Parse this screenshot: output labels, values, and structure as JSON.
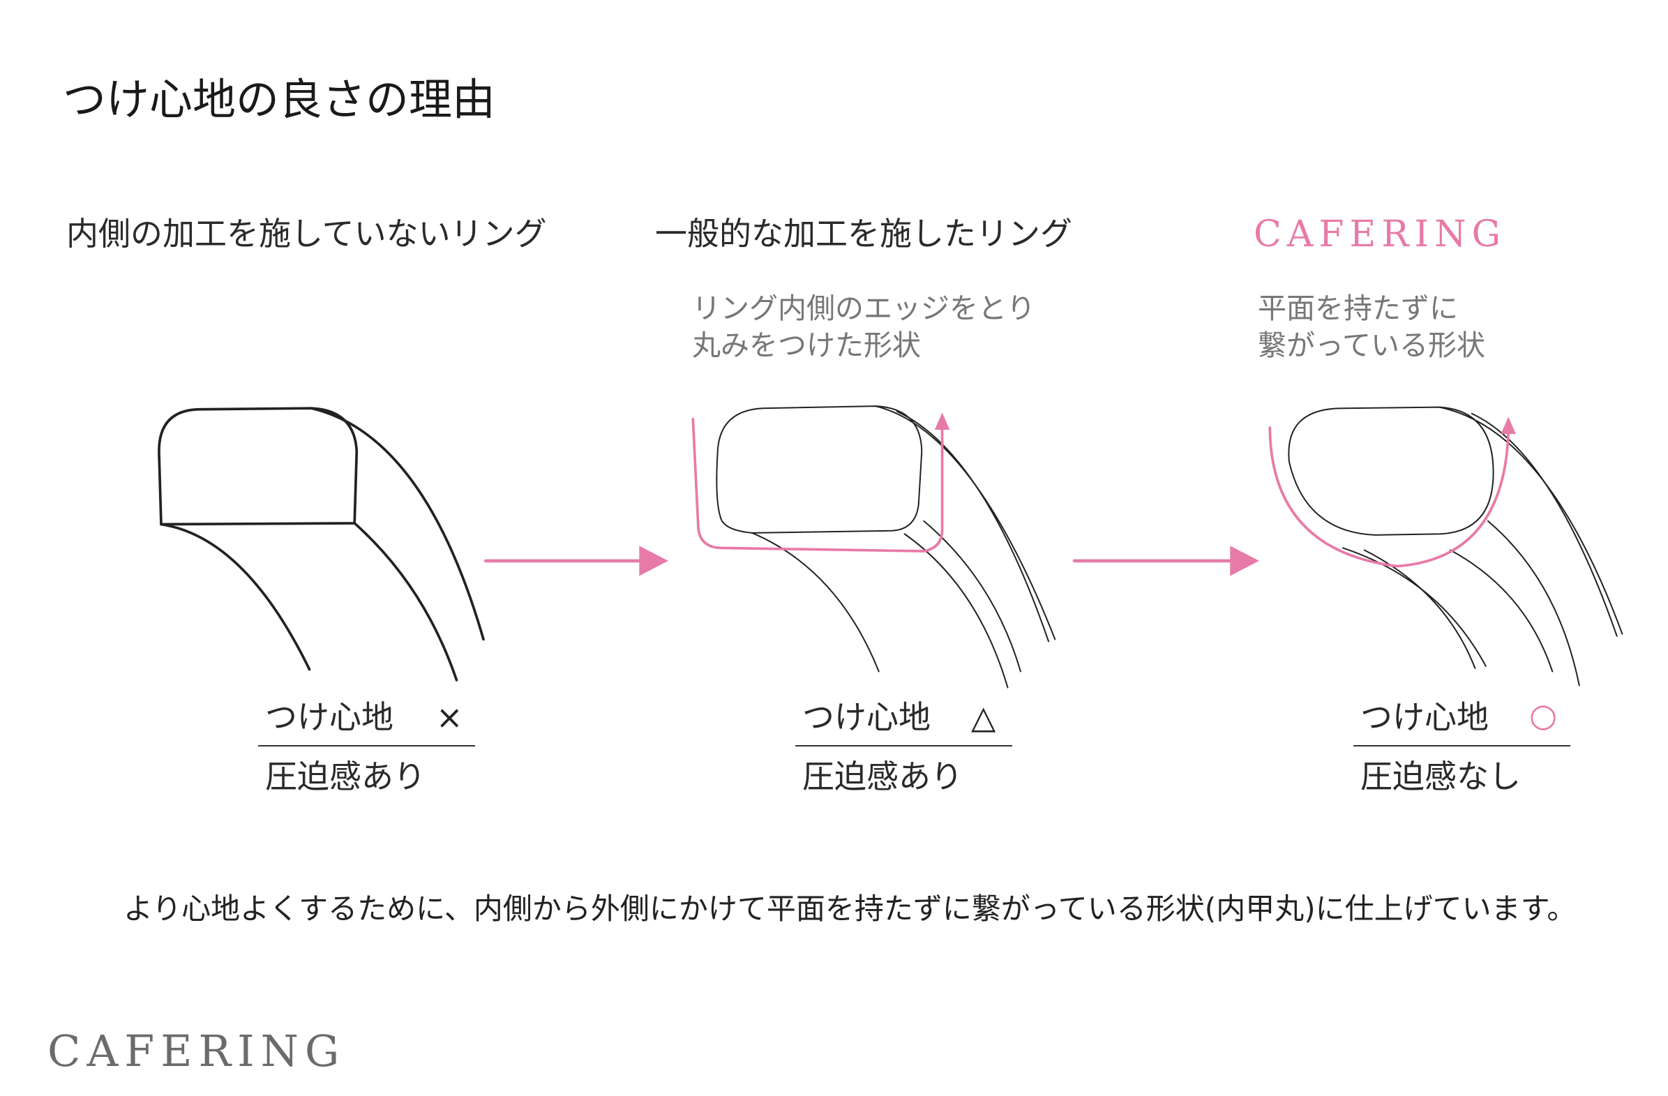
{
  "title": "つけ心地の良さの理由",
  "columns": [
    {
      "heading": "内側の加工を施していないリング",
      "description": [],
      "comfort_label": "つけ心地",
      "comfort_symbol": "×",
      "pressure": "圧迫感あり"
    },
    {
      "heading": "一般的な加工を施したリング",
      "description": [
        "リング内側のエッジをとり",
        "丸みをつけた形状"
      ],
      "comfort_label": "つけ心地",
      "comfort_symbol": "△",
      "pressure": "圧迫感あり"
    },
    {
      "heading": "CAFERING",
      "description": [
        "平面を持たずに",
        "繋がっている形状"
      ],
      "comfort_label": "つけ心地",
      "comfort_symbol": "○",
      "pressure": "圧迫感なし"
    }
  ],
  "note": "より心地よくするために、内側から外側にかけて平面を持たずに繋がっている形状(内甲丸)に仕上げています。",
  "footer_logo": "CAFERING",
  "colors": {
    "accent": "#e87aa8",
    "line": "#222222",
    "subtext": "#777777"
  }
}
